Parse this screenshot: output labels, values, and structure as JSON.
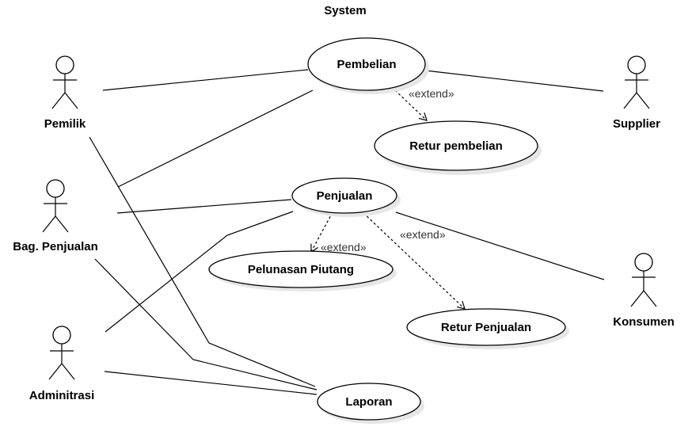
{
  "title": "System",
  "actors": {
    "pemilik": "Pemilik",
    "bag_penjualan": "Bag. Penjualan",
    "adminitrasi": "Adminitrasi",
    "supplier": "Supplier",
    "konsumen": "Konsumen"
  },
  "use_cases": {
    "pembelian": "Pembelian",
    "retur_pembelian": "Retur pembelian",
    "penjualan": "Penjualan",
    "pelunasan_piutang": "Pelunasan Piutang",
    "retur_penjualan": "Retur Penjualan",
    "laporan": "Laporan"
  },
  "relations": {
    "extend_retur_pembelian": "«extend»",
    "extend_pelunasan_piutang": "«extend»",
    "extend_retur_penjualan": "«extend»"
  }
}
